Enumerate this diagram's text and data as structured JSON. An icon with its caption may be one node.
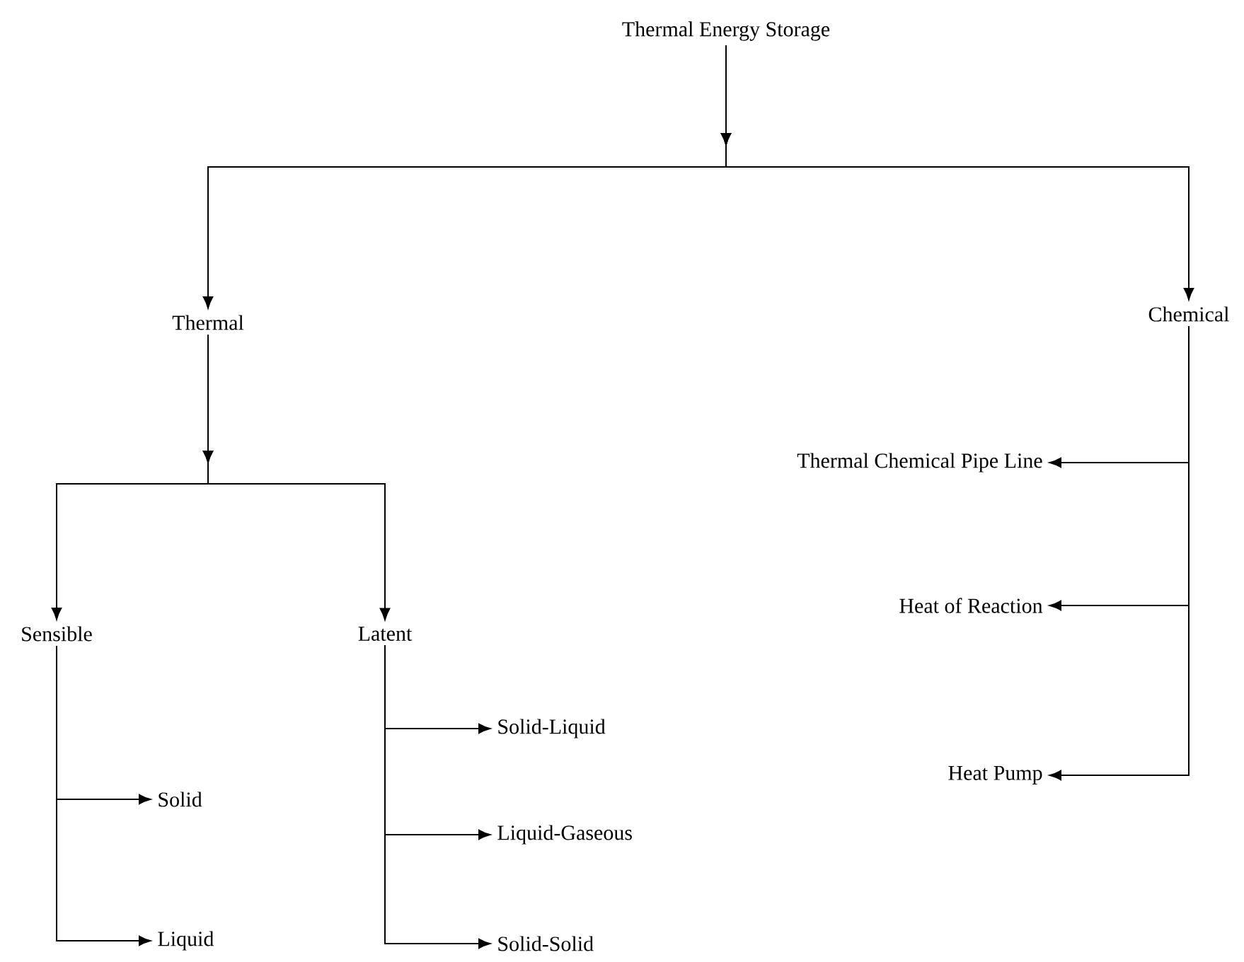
{
  "diagram": {
    "nodes": [
      {
        "text": [
          "Thermal Energy Storage"
        ]
      },
      {
        "text": [
          "Thermal"
        ]
      },
      {
        "text": [
          "Chemical"
        ]
      },
      {
        "text": [
          "Sensible"
        ]
      },
      {
        "text": [
          "Latent"
        ]
      },
      {
        "text": [
          "Solid-Liquid"
        ]
      },
      {
        "text": [
          "Liquid-Gaseous"
        ]
      },
      {
        "text": [
          "Solid-Solid"
        ]
      },
      {
        "text": [
          "Solid"
        ]
      },
      {
        "text": [
          "Liquid"
        ]
      },
      {
        "text": [
          "Thermal Chemical Pipe Line"
        ]
      },
      {
        "text": [
          "Heat of Reaction"
        ]
      },
      {
        "text": [
          "Heat Pump"
        ]
      }
    ],
    "edges": [
      {
        "from": 0,
        "to": 1,
        "arrow": "to"
      },
      {
        "from": 0,
        "to": 2,
        "arrow": "to"
      },
      {
        "from": 1,
        "to": 3,
        "arrow": "to"
      },
      {
        "from": 1,
        "to": 4,
        "arrow": "to"
      },
      {
        "from": 4,
        "to": 5,
        "arrow": "to"
      },
      {
        "from": 4,
        "to": 6,
        "arrow": "to"
      },
      {
        "from": 4,
        "to": 7,
        "arrow": "to"
      },
      {
        "from": 3,
        "to": 8,
        "arrow": "to"
      },
      {
        "from": 3,
        "to": 9,
        "arrow": "to"
      },
      {
        "from": 2,
        "to": 10,
        "arrow": "to"
      },
      {
        "from": 2,
        "to": 11,
        "arrow": "to"
      },
      {
        "from": 2,
        "to": 12,
        "arrow": "to"
      }
    ]
  }
}
